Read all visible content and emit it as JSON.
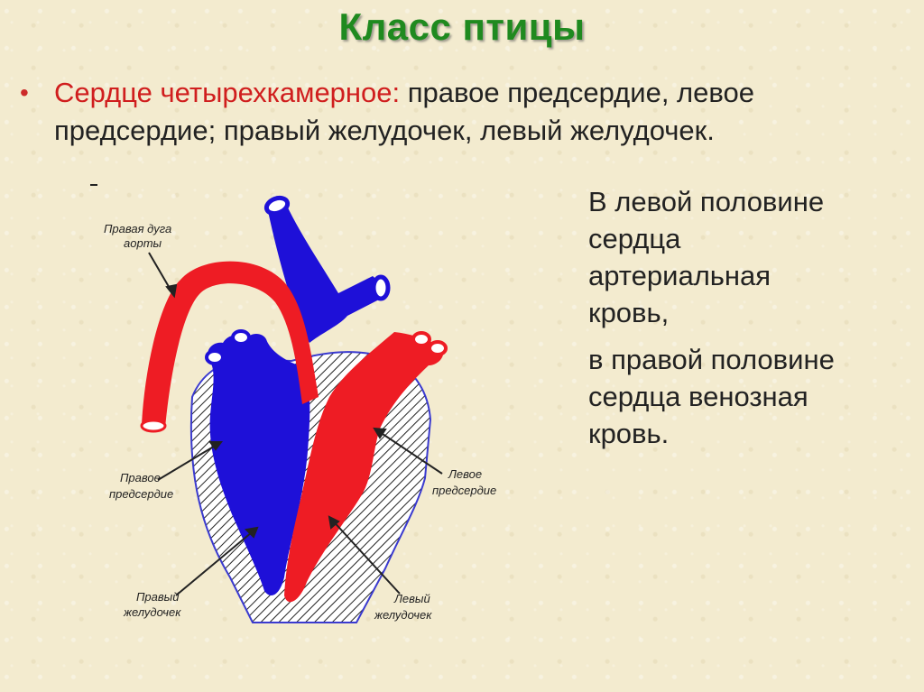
{
  "title": "Класс птицы",
  "bullet": {
    "marker": "•",
    "highlight": "Сердце четырехкамерное:",
    "line1_rest": " правое  предсердие, левое",
    "line2": "предсердие; правый  желудочек, левый желудочек."
  },
  "right_text": {
    "para1_lines": [
      "В левой половине",
      "сердца",
      "артериальная",
      "кровь,"
    ],
    "para2_lines": [
      "в правой половине",
      "сердца венозная",
      "кровь."
    ]
  },
  "diagram": {
    "labels": {
      "right_arch_line1": "Правая дуга",
      "right_arch_line2": "аорты",
      "right_atrium_line1": "Правое",
      "right_atrium_line2": "предсердие",
      "left_atrium_line1": "Левое",
      "left_atrium_line2": "предсердие",
      "right_ventricle_line1": "Правый",
      "right_ventricle_line2": "желудочек",
      "left_ventricle_line1": "Левый",
      "left_ventricle_line2": "желудочек"
    },
    "colors": {
      "arterial": "#ee1c24",
      "venous": "#1e10d8",
      "outline": "#3a3acf"
    }
  }
}
